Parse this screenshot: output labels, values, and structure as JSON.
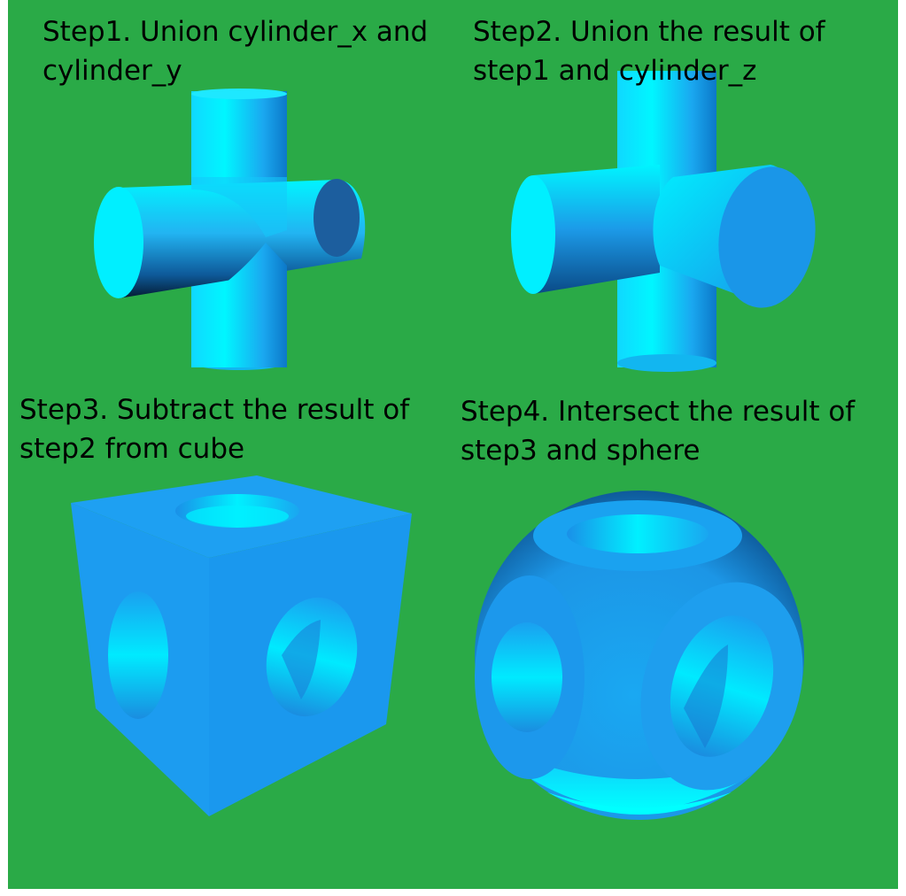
{
  "steps": [
    {
      "line1": "Step1. Union cylinder_x and",
      "line2": "cylinder_y"
    },
    {
      "line1": "Step2. Union the result of",
      "line2": "step1 and cylinder_z"
    },
    {
      "line1": "Step3. Subtract the result of",
      "line2": "step2 from cube"
    },
    {
      "line1": "Step4. Intersect the result of",
      "line2": "step3 and sphere"
    }
  ],
  "colors": {
    "background": "#2aaa47",
    "cyan": "#00f0ff",
    "blue": "#1a9cf0",
    "dark": "#0a2a4a"
  }
}
